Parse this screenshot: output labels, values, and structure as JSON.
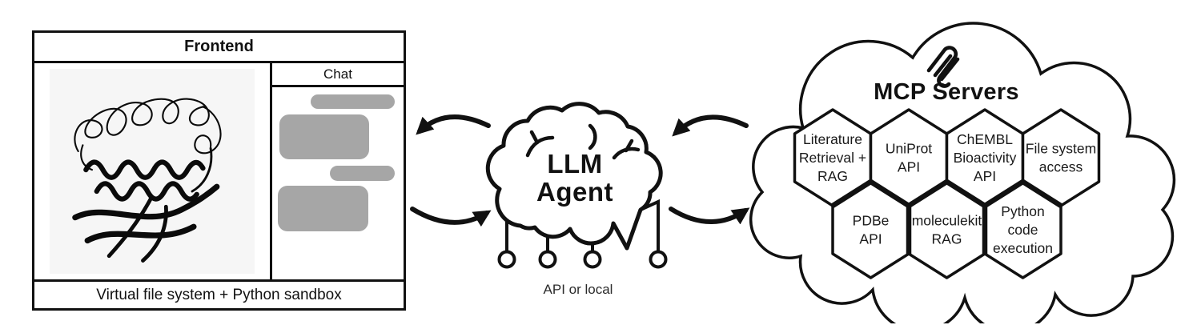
{
  "frontend": {
    "title": "Frontend",
    "chat_title": "Chat",
    "footer": "Virtual file system + Python sandbox"
  },
  "agent": {
    "title": "LLM\nAgent",
    "caption": "API or local"
  },
  "mcp": {
    "title": "MCP Servers",
    "hexagons": [
      {
        "label": "Literature\nRetrieval +\nRAG"
      },
      {
        "label": "UniProt\nAPI"
      },
      {
        "label": "ChEMBL\nBioactivity\nAPI"
      },
      {
        "label": "File system\naccess"
      },
      {
        "label": "PDBe\nAPI"
      },
      {
        "label": "moleculekit\nRAG"
      },
      {
        "label": "Python\ncode\nexecution"
      }
    ]
  },
  "icons": {
    "brain": "llm-agent-brain-icon",
    "mcp_logo": "mcp-logo-icon"
  },
  "colors": {
    "ink": "#111111",
    "bubble_gray": "#a6a6a6",
    "protein_panel_bg": "#f6f6f6"
  }
}
